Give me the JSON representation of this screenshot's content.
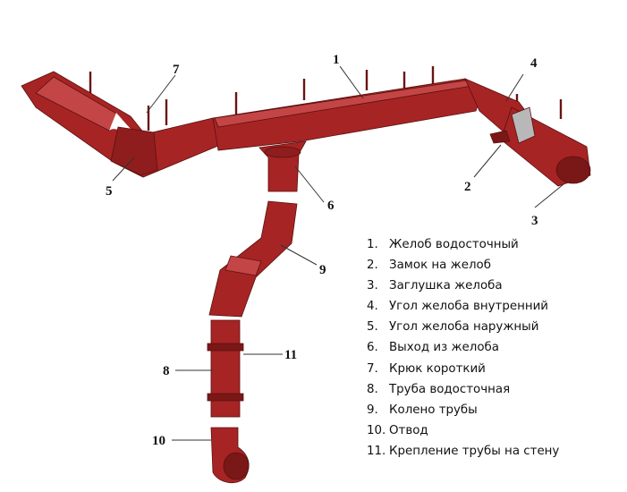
{
  "callouts": [
    {
      "id": 1,
      "label": "1"
    },
    {
      "id": 2,
      "label": "2"
    },
    {
      "id": 3,
      "label": "3"
    },
    {
      "id": 4,
      "label": "4"
    },
    {
      "id": 5,
      "label": "5"
    },
    {
      "id": 6,
      "label": "6"
    },
    {
      "id": 7,
      "label": "7"
    },
    {
      "id": 8,
      "label": "8"
    },
    {
      "id": 9,
      "label": "9"
    },
    {
      "id": 10,
      "label": "10"
    },
    {
      "id": 11,
      "label": "11"
    }
  ],
  "legend": [
    {
      "num": "1.",
      "text": "Желоб водосточный"
    },
    {
      "num": "2.",
      "text": "Замок на желоб"
    },
    {
      "num": "3.",
      "text": "Заглушка желоба"
    },
    {
      "num": "4.",
      "text": "Угол желоба внутренний"
    },
    {
      "num": "5.",
      "text": "Угол желоба наружный"
    },
    {
      "num": "6.",
      "text": "Выход из желоба"
    },
    {
      "num": "7.",
      "text": "Крюк короткий"
    },
    {
      "num": "8.",
      "text": "Труба водосточная"
    },
    {
      "num": "9.",
      "text": "Колено трубы"
    },
    {
      "num": "10.",
      "text": "Отвод"
    },
    {
      "num": "11.",
      "text": "Крепление трубы на стену"
    }
  ],
  "colors": {
    "metal": "#a72424",
    "metal_dark": "#7a1717",
    "metal_light": "#c44545",
    "zinc": "#b8b8b8"
  }
}
